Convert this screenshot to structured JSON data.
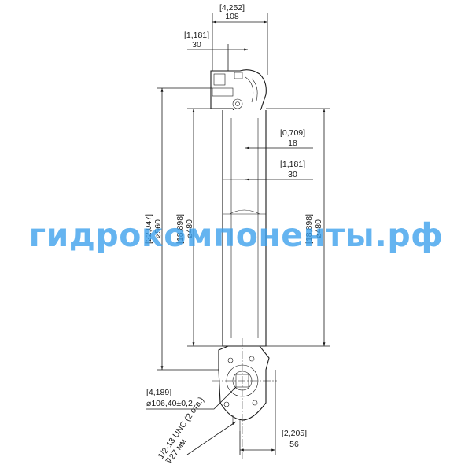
{
  "dimensions": {
    "total_width": {
      "inch": "[4,252]",
      "mm": "108"
    },
    "top_offset": {
      "inch": "[1,181]",
      "mm": "30"
    },
    "mid_a": {
      "inch": "[0,709]",
      "mm": "18"
    },
    "mid_b": {
      "inch": "[1,181]",
      "mm": "30"
    },
    "length_total": {
      "inch": "[22,047]",
      "mm": "⌀560"
    },
    "length_left": {
      "inch": "[18,898]",
      "mm": "⌀480"
    },
    "length_right": {
      "inch": "[18,898]",
      "mm": "⌀480"
    },
    "bore": {
      "inch": "[4,189]",
      "mm": "⌀106,40±0,2"
    },
    "bottom_width": {
      "inch": "[2,205]",
      "mm": "56"
    }
  },
  "thread_note": {
    "line1": "1/2-13 UNC (2 отв.)",
    "line2": "⊽27 мм"
  },
  "watermark": "гидрокомпоненты.рф"
}
